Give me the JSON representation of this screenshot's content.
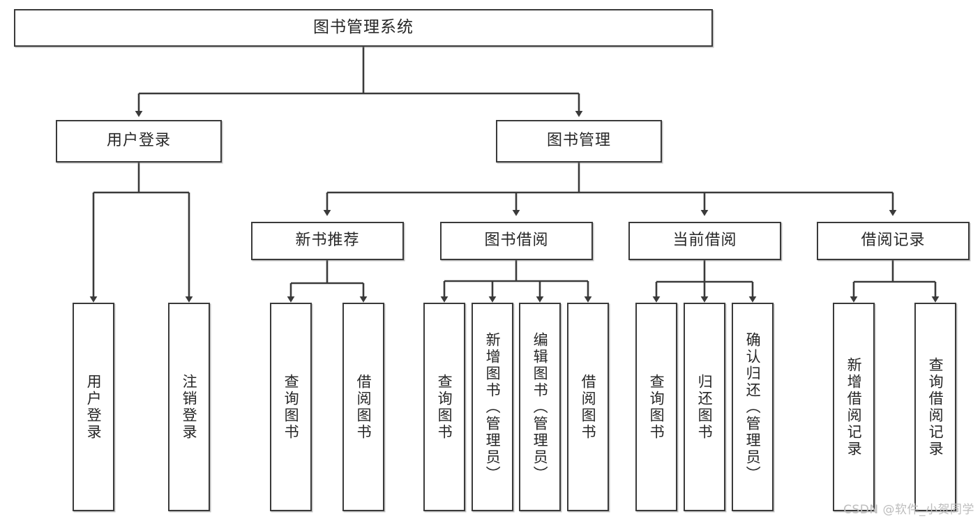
{
  "diagram": {
    "title": "图书管理系统",
    "watermark": "CSDN @软件_小贺同学",
    "stroke_color": "#3a3a3a",
    "background_color": "#ffffff",
    "text_color": "#262626",
    "nodes": {
      "root": "图书管理系统",
      "user_login": "用户登录",
      "book_manage": "图书管理",
      "new_book_rec": "新书推荐",
      "book_borrow": "图书借阅",
      "current_borrow": "当前借阅",
      "borrow_record": "借阅记录",
      "leaf_user_login": "用户登录",
      "leaf_logout_login": "注销登录",
      "leaf_query_book_1": "查询图书",
      "leaf_borrow_book_1": "借阅图书",
      "leaf_query_book_2": "查询图书",
      "leaf_add_book_admin": "新增图书（管理员）",
      "leaf_edit_book_admin": "编辑图书（管理员）",
      "leaf_borrow_book_2": "借阅图书",
      "leaf_query_book_3": "查询图书",
      "leaf_return_book": "归还图书",
      "leaf_confirm_return_admin": "确认归还（管理员）",
      "leaf_add_borrow_record": "新增借阅记录",
      "leaf_query_borrow_record": "查询借阅记录"
    },
    "hierarchy": [
      {
        "label": "图书管理系统",
        "children": [
          {
            "label": "用户登录",
            "children": [
              {
                "label": "用户登录"
              },
              {
                "label": "注销登录"
              }
            ]
          },
          {
            "label": "图书管理",
            "children": [
              {
                "label": "新书推荐",
                "children": [
                  {
                    "label": "查询图书"
                  },
                  {
                    "label": "借阅图书"
                  }
                ]
              },
              {
                "label": "图书借阅",
                "children": [
                  {
                    "label": "查询图书"
                  },
                  {
                    "label": "新增图书（管理员）"
                  },
                  {
                    "label": "编辑图书（管理员）"
                  },
                  {
                    "label": "借阅图书"
                  }
                ]
              },
              {
                "label": "当前借阅",
                "children": [
                  {
                    "label": "查询图书"
                  },
                  {
                    "label": "归还图书"
                  },
                  {
                    "label": "确认归还（管理员）"
                  }
                ]
              },
              {
                "label": "借阅记录",
                "children": [
                  {
                    "label": "新增借阅记录"
                  },
                  {
                    "label": "查询借阅记录"
                  }
                ]
              }
            ]
          }
        ]
      }
    ]
  }
}
